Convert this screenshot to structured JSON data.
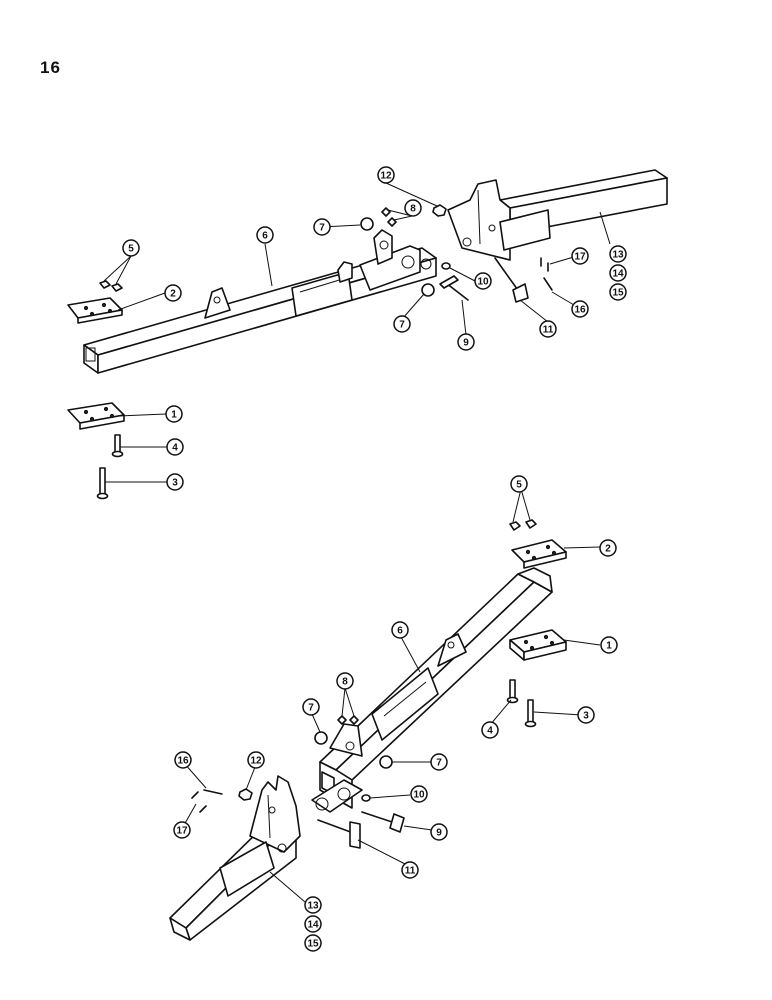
{
  "page_number": "16",
  "top_view": {
    "callouts": [
      "1",
      "2",
      "3",
      "4",
      "5",
      "6",
      "7",
      "7",
      "8",
      "9",
      "10",
      "11",
      "12",
      "13",
      "14",
      "15",
      "16",
      "17"
    ]
  },
  "bottom_view": {
    "callouts": [
      "1",
      "2",
      "3",
      "4",
      "5",
      "6",
      "7",
      "7",
      "8",
      "9",
      "10",
      "11",
      "12",
      "13",
      "14",
      "15",
      "16",
      "17"
    ]
  }
}
